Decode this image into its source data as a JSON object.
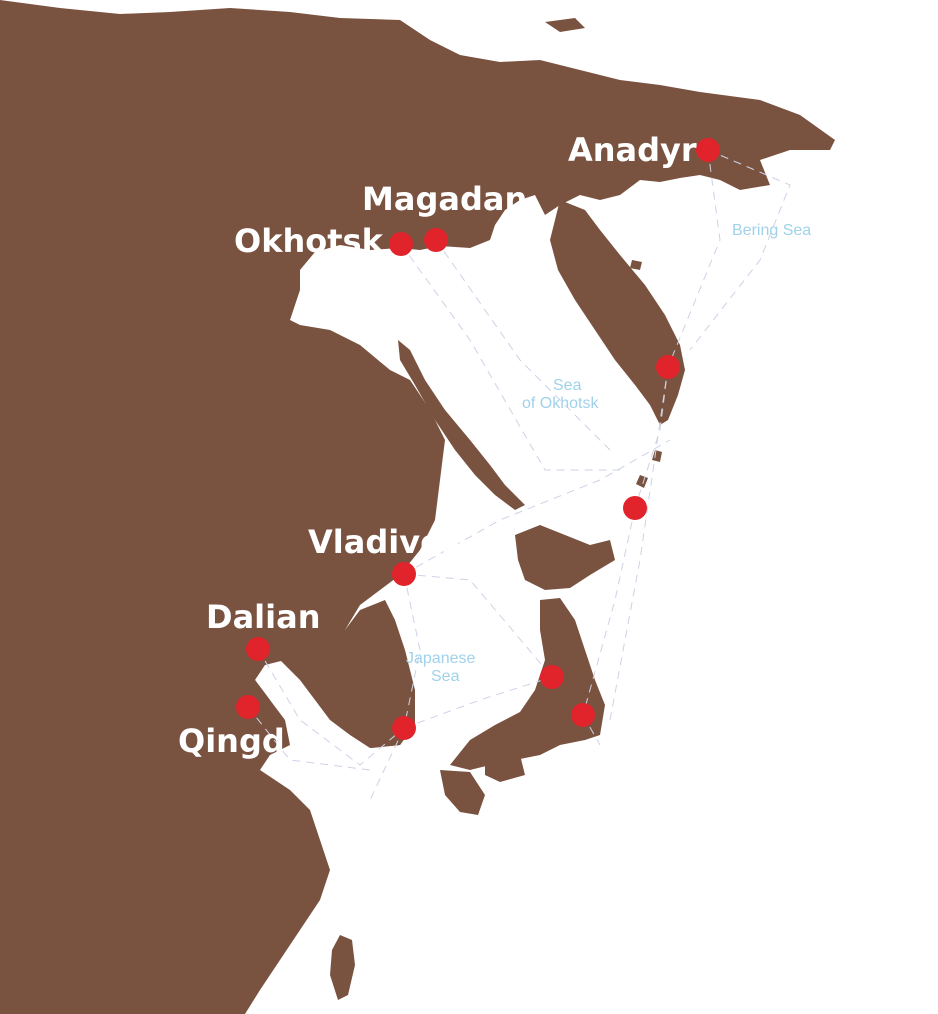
{
  "colors": {
    "land": "#7a5240",
    "sea": "#ffffff",
    "port_marker": "#e1232b",
    "city_label": "#ffffff",
    "sea_label": "#9fd2ea",
    "route_line": "#cdd3e6"
  },
  "cities": {
    "anadyr": "Anadyr",
    "magadan": "Magadan",
    "okhotsk": "Okhotsk",
    "vladivostok": "Vladivos",
    "dalian": "Dalian",
    "qingdao": "Qingd"
  },
  "seas": {
    "bering": "Bering Sea",
    "okhotsk_line1": "Sea",
    "okhotsk_line2": "of Okhotsk",
    "japanese_line1": "Japanese",
    "japanese_line2": "Sea"
  }
}
